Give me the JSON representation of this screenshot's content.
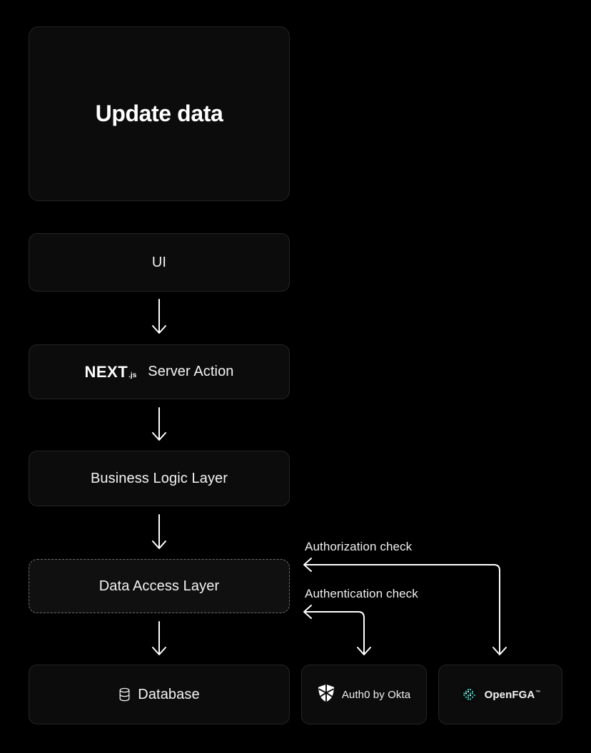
{
  "diagram": {
    "title": "Update data",
    "background_color": "#000000",
    "node_fill": "#0c0c0c",
    "node_border": "#242424",
    "dashed_border": "#6e6e6e",
    "edge_color": "#ffffff",
    "text_color": "#f4f4f4",
    "accent_color": "#31d0c6"
  },
  "nodes": {
    "hero": {
      "label": "Update data"
    },
    "ui": {
      "label": "UI"
    },
    "server_action": {
      "logo_word": "NEXT",
      "logo_suffix": ".js",
      "label": "Server Action",
      "logo_name": "nextjs-logo"
    },
    "business_logic": {
      "label": "Business Logic Layer"
    },
    "data_access": {
      "label": "Data Access Layer",
      "border_style": "dashed"
    },
    "database": {
      "label": "Database",
      "icon": "database-icon"
    },
    "auth0": {
      "label": "Auth0 by Okta",
      "icon": "auth0-shield-icon"
    },
    "openfga": {
      "label": "OpenFGA",
      "trademark": "™",
      "icon": "openfga-logo-icon"
    }
  },
  "edges": [
    {
      "name": "ui-to-server-action",
      "from": "ui",
      "to": "server_action",
      "label": ""
    },
    {
      "name": "server-action-to-business-logic",
      "from": "server_action",
      "to": "business_logic",
      "label": ""
    },
    {
      "name": "business-logic-to-data-access",
      "from": "business_logic",
      "to": "data_access",
      "label": ""
    },
    {
      "name": "data-access-to-database",
      "from": "data_access",
      "to": "database",
      "label": ""
    },
    {
      "name": "openfga-authorization-edge",
      "from": "openfga",
      "to": "data_access",
      "label": "Authorization check"
    },
    {
      "name": "auth0-authentication-edge",
      "from": "auth0",
      "to": "data_access",
      "label": "Authentication check"
    }
  ],
  "labels": {
    "authorization_check": "Authorization check",
    "authentication_check": "Authentication check"
  }
}
